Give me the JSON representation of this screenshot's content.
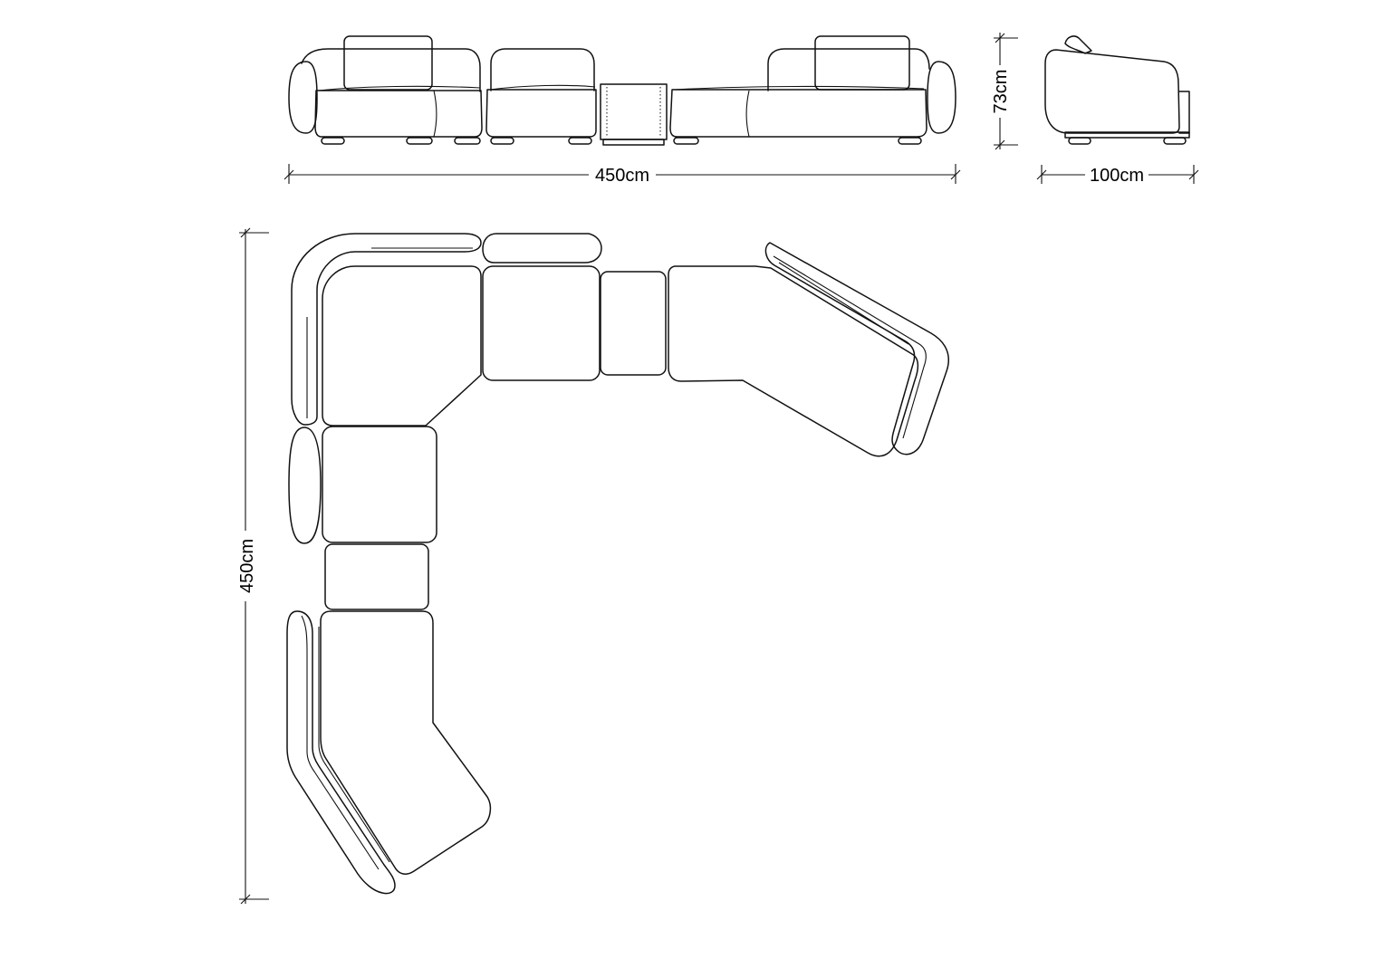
{
  "dimensions": {
    "front_width": "450cm",
    "height": "73cm",
    "side_depth": "100cm",
    "plan_depth": "450cm"
  },
  "colors": {
    "line": "#111111",
    "background": "#ffffff"
  }
}
